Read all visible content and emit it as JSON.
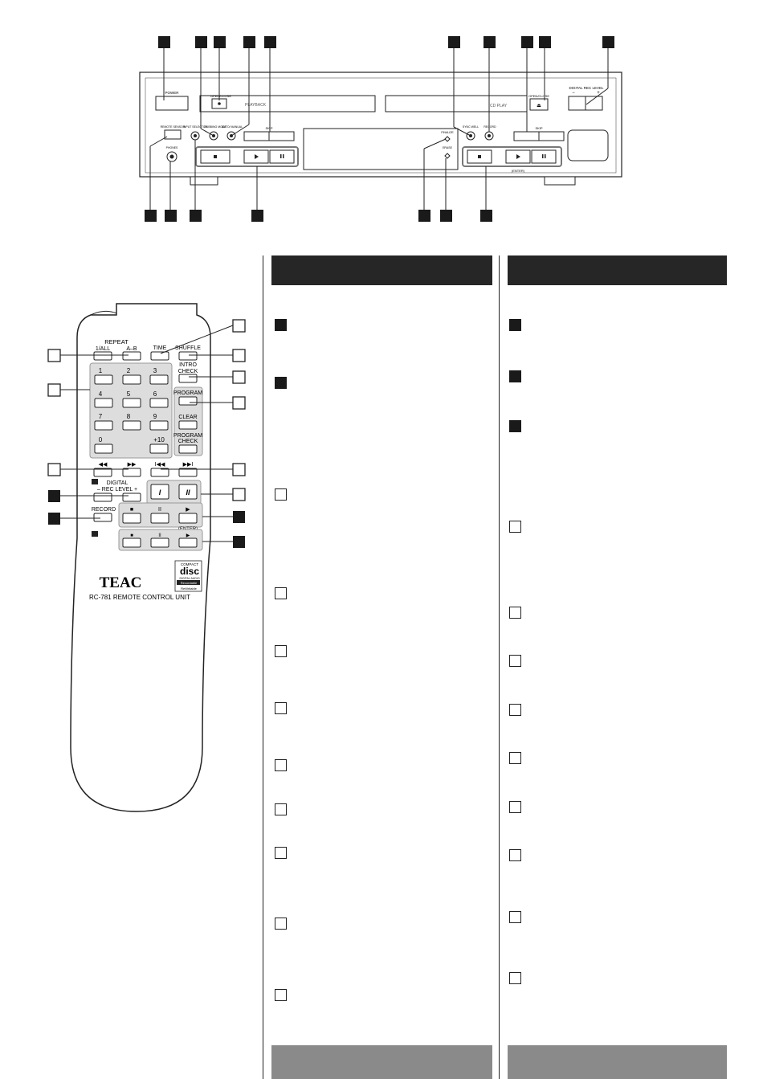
{
  "front_panel": {
    "labels": {
      "power": "POWER",
      "open_close": "OPEN/CLOSE",
      "playback": "PLAYBACK",
      "cd_play": "CD PLAY",
      "open_close_2": "OPEN/CLOSE",
      "digital_rec_level": "DIGITAL REC LEVEL",
      "minus": "−",
      "plus": "+",
      "remote_sensor": "REMOTE SENSOR",
      "input_selector": "INPUT SELECTOR",
      "dubbing_mode": "DUBBING MODE",
      "auto_manual": "AUTO/ MANUAL",
      "skip_1": "SKIP",
      "sync_well": "SYNC WELL",
      "record": "RECORD",
      "skip_2": "SKIP",
      "phones": "PHONES",
      "finalize": "FINALIZE",
      "erase": "ERASE",
      "enter": "(ENTER)"
    }
  },
  "remote": {
    "repeat": "REPEAT",
    "one_all": "1/ALL",
    "a_b": "A–B",
    "time": "TIME",
    "shuffle": "SHUFFLE",
    "intro": "INTRO",
    "check": "CHECK",
    "digits": [
      "1",
      "2",
      "3",
      "4",
      "5",
      "6",
      "7",
      "8",
      "9",
      "0",
      "+10"
    ],
    "program": "PROGRAM",
    "clear": "CLEAR",
    "program_check_1": "PROGRAM",
    "program_check_2": "CHECK",
    "rew": "◀◀",
    "ffwd": "▶▶",
    "prev": "I◀◀",
    "next": "▶▶I",
    "deck_1": "I",
    "deck_2": "II",
    "digital": "DIGITAL",
    "rec_level": "– REC LEVEL +",
    "record": "RECORD",
    "stop": "■",
    "pause": "II",
    "play": "▶",
    "enter": "(ENTER)",
    "brand": "TEAC",
    "model": "RC-781 REMOTE CONTROL UNIT",
    "logo_compact": "COMPACT",
    "logo_disc": "disc",
    "logo_digital_audio": "DIGITAL AUDIO",
    "logo_recordable": "Recordable",
    "logo_rewritable": "ReWritable"
  }
}
